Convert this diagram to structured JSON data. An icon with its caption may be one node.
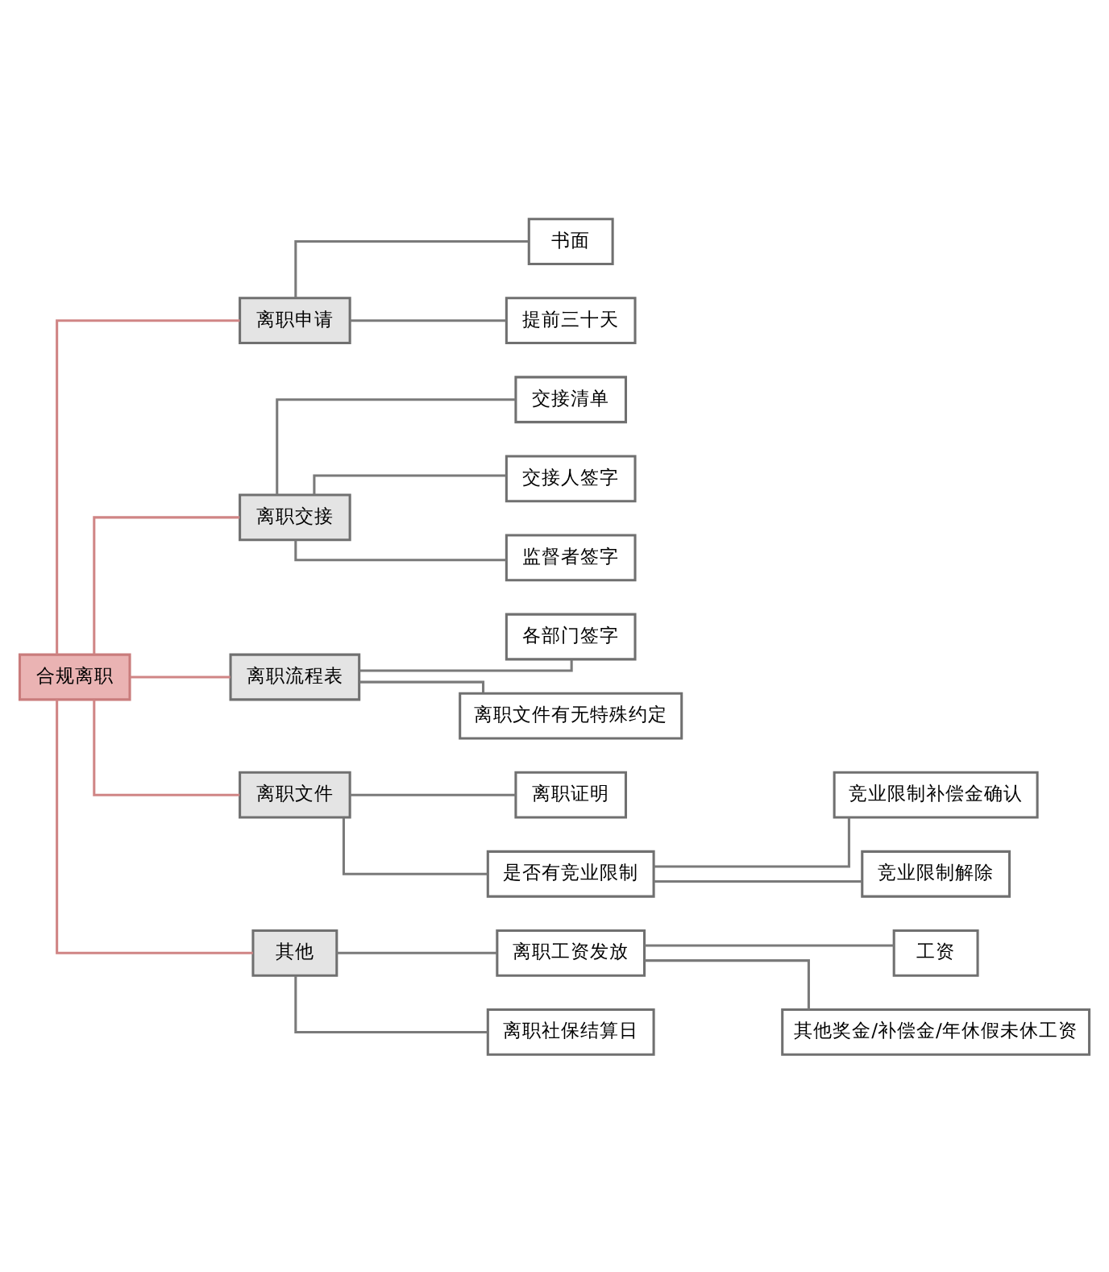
{
  "diagram": {
    "nodes": [
      {
        "text": [
          "合规离职"
        ]
      },
      {
        "text": [
          "离职申请"
        ]
      },
      {
        "text": [
          "书面"
        ]
      },
      {
        "text": [
          "提前三十天"
        ]
      },
      {
        "text": [
          "离职交接"
        ]
      },
      {
        "text": [
          "交接清单"
        ]
      },
      {
        "text": [
          "交接人签字"
        ]
      },
      {
        "text": [
          "监督者签字"
        ]
      },
      {
        "text": [
          "离职流程表"
        ]
      },
      {
        "text": [
          "各部门签字"
        ]
      },
      {
        "text": [
          "离职文件有无特殊约定"
        ]
      },
      {
        "text": [
          "离职文件"
        ]
      },
      {
        "text": [
          "离职证明"
        ]
      },
      {
        "text": [
          "是否有竞业限制"
        ]
      },
      {
        "text": [
          "竞业限制补偿金确认"
        ]
      },
      {
        "text": [
          "竞业限制解除"
        ]
      },
      {
        "text": [
          "其他"
        ]
      },
      {
        "text": [
          "离职工资发放"
        ]
      },
      {
        "text": [
          "工资"
        ]
      },
      {
        "text": [
          "其他奖金/补偿金/年休假未休工资"
        ]
      },
      {
        "text": [
          "离职社保结算日"
        ]
      }
    ],
    "edges": [
      {
        "from": 0,
        "to": 1,
        "arrow": "none",
        "color": "#d08585"
      },
      {
        "from": 1,
        "to": 2,
        "arrow": "none"
      },
      {
        "from": 1,
        "to": 3,
        "arrow": "none"
      },
      {
        "from": 0,
        "to": 4,
        "arrow": "none",
        "color": "#d08585"
      },
      {
        "from": 4,
        "to": 5,
        "arrow": "none"
      },
      {
        "from": 4,
        "to": 6,
        "arrow": "none"
      },
      {
        "from": 4,
        "to": 7,
        "arrow": "none"
      },
      {
        "from": 0,
        "to": 8,
        "arrow": "none",
        "color": "#d08585"
      },
      {
        "from": 8,
        "to": 9,
        "arrow": "none"
      },
      {
        "from": 8,
        "to": 10,
        "arrow": "none"
      },
      {
        "from": 0,
        "to": 11,
        "arrow": "none",
        "color": "#d08585"
      },
      {
        "from": 11,
        "to": 12,
        "arrow": "none"
      },
      {
        "from": 11,
        "to": 13,
        "arrow": "none"
      },
      {
        "from": 13,
        "to": 14,
        "arrow": "none"
      },
      {
        "from": 13,
        "to": 15,
        "arrow": "none"
      },
      {
        "from": 0,
        "to": 16,
        "arrow": "none",
        "color": "#d08585"
      },
      {
        "from": 16,
        "to": 17,
        "arrow": "none"
      },
      {
        "from": 17,
        "to": 18,
        "arrow": "none"
      },
      {
        "from": 17,
        "to": 19,
        "arrow": "none"
      },
      {
        "from": 16,
        "to": 20,
        "arrow": "none"
      }
    ]
  }
}
